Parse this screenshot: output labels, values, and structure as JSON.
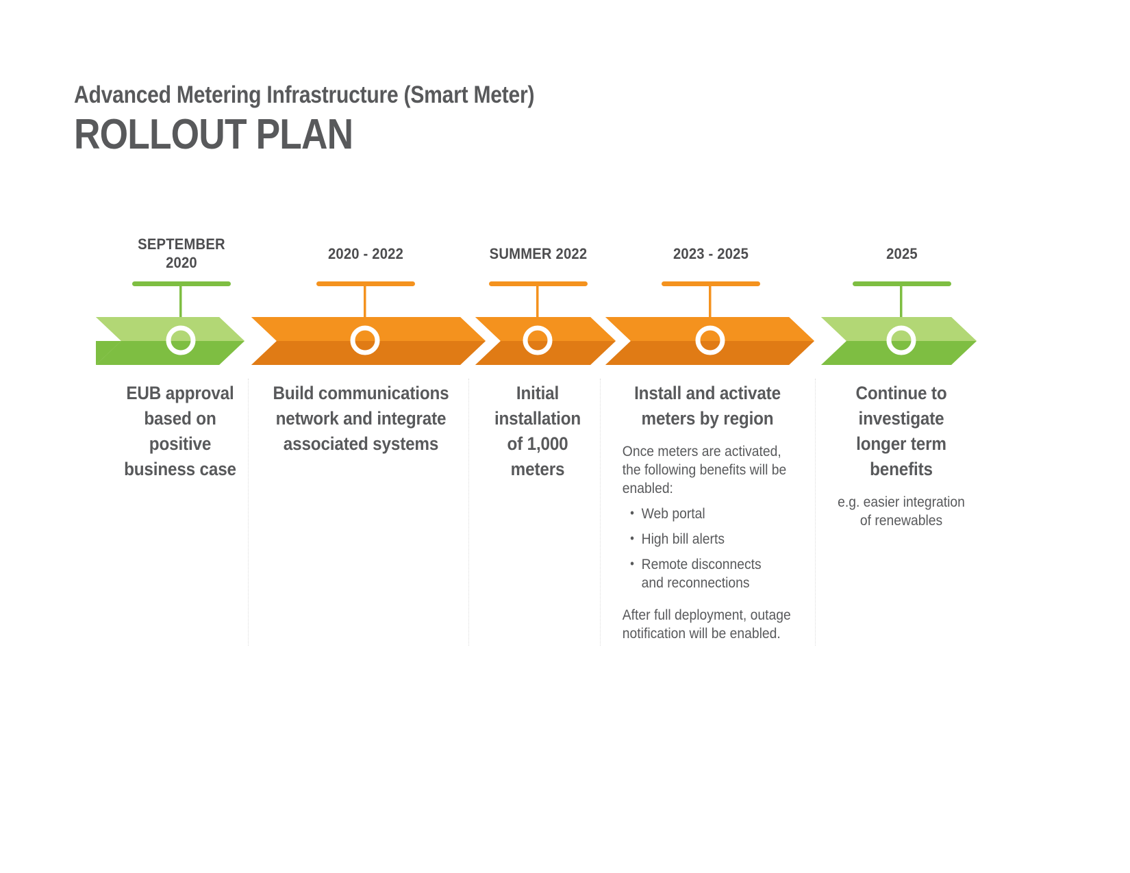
{
  "title": {
    "subtitle": "Advanced Metering Infrastructure (Smart Meter)",
    "main": "ROLLOUT PLAN"
  },
  "colors": {
    "green_light": "#b2d775",
    "green_dark": "#7ebe42",
    "orange_light": "#f4921e",
    "orange_dark": "#e07b15",
    "text_gray": "#58595b",
    "divider": "#dcdcdc"
  },
  "chart_data": {
    "type": "timeline",
    "title": "Advanced Metering Infrastructure (Smart Meter) ROLLOUT PLAN",
    "orientation": "horizontal",
    "stages": [
      {
        "index": 1,
        "date": "SEPTEMBER\n2020",
        "heading": "EUB approval based on positive business case",
        "color": "green",
        "body": "",
        "bullets": [],
        "body2": ""
      },
      {
        "index": 2,
        "date": "2020 - 2022",
        "heading": "Build communications network and integrate associated systems",
        "color": "orange",
        "body": "",
        "bullets": [],
        "body2": ""
      },
      {
        "index": 3,
        "date": "SUMMER 2022",
        "heading": "Initial installation of 1,000 meters",
        "color": "orange",
        "body": "",
        "bullets": [],
        "body2": ""
      },
      {
        "index": 4,
        "date": "2023 - 2025",
        "heading": "Install and activate meters by region",
        "color": "orange",
        "body": "Once meters are activated, the following benefits will be enabled:",
        "bullets": [
          "Web portal",
          "High bill alerts",
          "Remote disconnects and reconnections"
        ],
        "body2": "After full deployment, outage notification will be enabled."
      },
      {
        "index": 5,
        "date": "2025",
        "heading": "Continue to investigate longer term benefits",
        "color": "green",
        "body": "e.g. easier integration of renewables",
        "bullets": [],
        "body2": ""
      }
    ]
  }
}
